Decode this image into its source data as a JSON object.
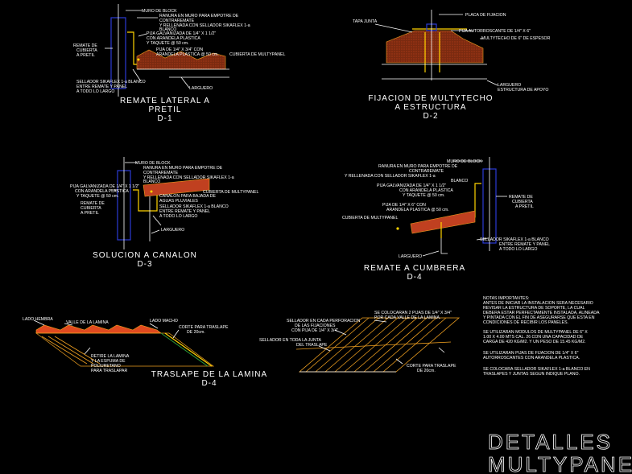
{
  "details": {
    "d1": {
      "title": "REMATE LATERAL A",
      "title2": "PRETIL",
      "code": "D-1",
      "labels": [
        "MURO DE BLOCK",
        "RANURA EN MURO PARA EMPOTRE DE",
        "CONTRAREMATE",
        "Y RELLENADA CON SELLADOR SIKAFLEX 1-a",
        "BLANCO",
        "PIJA GALVANIZADA DE 1/4\" X 1 1/2\"",
        "CON ARANDELA PLASTICA",
        "Y TAQUETE @ 50 cm.",
        "PIJA DE 1/4\" X 3/4\" CON",
        "ARANDELA PLASTICA @ 50 cm.",
        "CUBIERTA DE MULTYPANEL",
        "REMATE DE",
        "CUBIERTA",
        "A PRETIL",
        "SELLADOR SIKAFLEX 1-a BLANCO",
        "ENTRE REMATE Y PANEL",
        "A TODO LO LARGO",
        "LARGUERO"
      ]
    },
    "d2": {
      "title": "FIJACION DE MULTYTECHO",
      "title2": "A ESTRUCTURA",
      "code": "D-2",
      "labels": [
        "TAPA JUNTA",
        "PLACA DE FIJACION",
        "PIJA AUTORROSCANTE DE 1/4\" X 6\"",
        "MULTYTECHO DE 6\" DE ESPESOR",
        "LARGUERO",
        "ESTRUCTURA DE APOYO"
      ]
    },
    "d3": {
      "title": "SOLUCION A CANALON",
      "code": "D-3",
      "labels": [
        "MURO DE BLOCK",
        "RANURA EN MURO PARA EMPOTRE DE",
        "CONTRAREMATE",
        "Y RELLENADA CON SELLADOR SIKAFLEX 1-a",
        "BLANCO",
        "PIJA GALVANIZADA DE 1/4\" X 1 1/2\"",
        "CON ARANDELA PLASTICA",
        "Y TAQUETE @ 50 cm.",
        "REMATE DE",
        "CUBIERTA",
        "A PRETIL",
        "CUBIERTA DE MULTYPANEL",
        "CANALON PARA BAJADA DE",
        "AGUAS PLUVIALES",
        "SELLADOR SIKAFLEX 1-a BLANCO",
        "ENTRE REMATE Y PANEL",
        "A TODO LO LARGO",
        "LARGUERO"
      ]
    },
    "d4": {
      "title": "REMATE A CUMBRERA",
      "code": "D-4",
      "labels": [
        "MURO DE BLOCK",
        "RANURA EN MURO PARA EMPOTRE DE",
        "CONTRAREMATE",
        "Y RELLENADA CON SELLADOR SIKAFLEX 1-a",
        "BLANCO",
        "PIJA GALVANIZADA DE 1/4\" X 1 1/2\"",
        "CON ARANDELA PLASTICA",
        "Y TAQUETE @ 50 cm.",
        "PIJA DE 1/4\" X 6\" CON",
        "ARANDELA PLASTICA @ 50 cm.",
        "CUBIERTA DE MULTYPANEL",
        "REMATE DE",
        "CUBIERTA",
        "A PRETIL",
        "SELLADOR SIKAFLEX 1-a BLANCO",
        "ENTRE REMATE Y PANEL",
        "A TODO LO LARGO",
        "LARGUERO"
      ]
    },
    "d5": {
      "title": "TRASLAPE DE LA LAMINA",
      "code": "D-4",
      "labels": [
        "LADO HEMBRA",
        "VALLE DE LA LAMINA",
        "LADO MACHO",
        "CORTE PARA TRASLAPE",
        "DE 20cm.",
        "RETIRE LA LAMINA",
        "Y LA ESPUMA DE",
        "POLIURETANO",
        "PARA TRASLAPAR"
      ]
    },
    "d6": {
      "labels": [
        "SE COLOCARAN 2 PIJAS DE 1/4\" X 3/4\"",
        "POR CADA VALLE DE LA LAMINA.",
        "SELLADOR EN CADA PERFORACION",
        "DE LAS FIJACIONES",
        "CON PIJA DE 1/4\" X 3/4\"",
        "SELLADOR EN TODA LA JUNTA",
        "DEL TRASLAPE",
        "CORTE PARA TRASLAPE",
        "DE 20cm."
      ]
    }
  },
  "notes": {
    "header": "NOTAS IMPORTANTES:",
    "lines": [
      "ANTES DE INICIAR LA INSTALACION SERA NECESARIO",
      "REVISAR LA ESTRUCTURA DE SOPORTE, LA CUAL",
      "DEBERA ESTAR PERFECTAMENTE INSTALADA, ALINEADA",
      "Y PINTADA CON EL FIN DE ASEGURARSE QUE ESTA EN",
      "CONDICIONES DE RECIBIR LOS PANELES.",
      "",
      "SE UTILIZARAN MODULOS DE MULTYPANEL DE 6\" X",
      "1.00 X 4.00 MTS CAL. 26 CON UNA CAPACIDAD DE",
      "CARGA DE 420 KG/M2. Y UN PESO DE 15.45 KG/M2.",
      "",
      "SE UTILIZARAN PIJAS DE FIJACION DE 1/4\" X 6\"",
      "AUTORROSCANTES CON ARANDELA PLASTICA.",
      "",
      "SE COLOCARA SELLADOR SIKAFLEX 1-a BLANCO EN",
      "TRASLAPES Y JUNTAS SEGUN INDIQUE PLANO."
    ]
  },
  "sheet_title": {
    "line1": "DETALLES",
    "line2": "MULTYPANEL"
  },
  "colors": {
    "background": "#000000",
    "line": "#ffffff",
    "accent_yellow": "#ffd400",
    "accent_red": "#e0201a",
    "accent_blue": "#2b3bd6",
    "accent_orange": "#f0a020",
    "accent_green": "#2a9a3a"
  }
}
